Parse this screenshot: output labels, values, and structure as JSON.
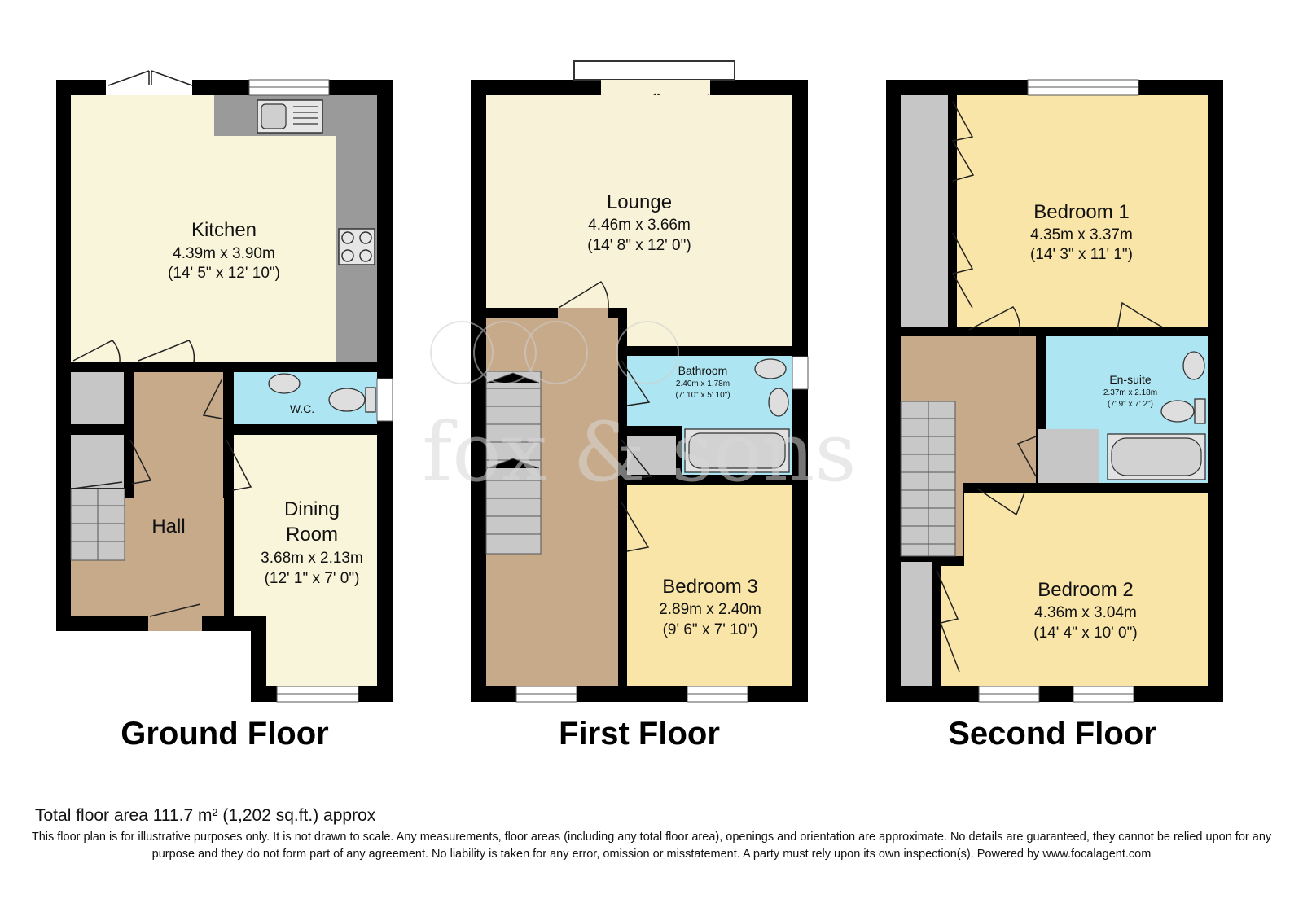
{
  "floors": {
    "ground": {
      "title": "Ground Floor",
      "kitchen": {
        "name": "Kitchen",
        "metric": "4.39m x 3.90m",
        "imperial": "(14' 5\" x 12' 10\")"
      },
      "hall": {
        "name": "Hall"
      },
      "wc": {
        "name": "W.C."
      },
      "dining": {
        "name_line1": "Dining",
        "name_line2": "Room",
        "metric": "3.68m x 2.13m",
        "imperial": "(12' 1\" x 7' 0\")"
      }
    },
    "first": {
      "title": "First Floor",
      "lounge": {
        "name": "Lounge",
        "metric": "4.46m x 3.66m",
        "imperial": "(14' 8\" x 12' 0\")"
      },
      "bathroom": {
        "name": "Bathroom",
        "metric": "2.40m x 1.78m",
        "imperial": "(7' 10\" x 5' 10\")"
      },
      "bedroom3": {
        "name": "Bedroom 3",
        "metric": "2.89m x 2.40m",
        "imperial": "(9' 6\" x 7' 10\")"
      }
    },
    "second": {
      "title": "Second Floor",
      "bedroom1": {
        "name": "Bedroom 1",
        "metric": "4.35m x 3.37m",
        "imperial": "(14' 3\" x 11' 1\")"
      },
      "ensuite": {
        "name": "En-suite",
        "metric": "2.37m x 2.18m",
        "imperial": "(7' 9\" x 7' 2\")"
      },
      "bedroom2": {
        "name": "Bedroom 2",
        "metric": "4.36m x 3.04m",
        "imperial": "(14' 4\" x 10' 0\")"
      }
    }
  },
  "watermark": "fox & sons",
  "footer": {
    "total_area": "Total floor area 111.7 m² (1,202 sq.ft.) approx",
    "disclaimer": "This floor plan is for illustrative purposes only. It is not drawn to scale. Any measurements, floor areas (including any total floor area), openings and orientation are approximate. No details are guaranteed, they cannot be relied upon for any purpose and they do not form part of any agreement. No liability is taken for any error, omission or misstatement. A party must rely upon its own inspection(s). Powered by www.focalagent.com"
  },
  "colors": {
    "wall": "#000000",
    "kitchen": "#f8f5da",
    "hall": "#c7aa8a",
    "wet_room": "#aee5f2",
    "bedroom": "#f8e5a7",
    "lounge": "#f8f3d8",
    "cupboard": "#c6c6c6"
  }
}
